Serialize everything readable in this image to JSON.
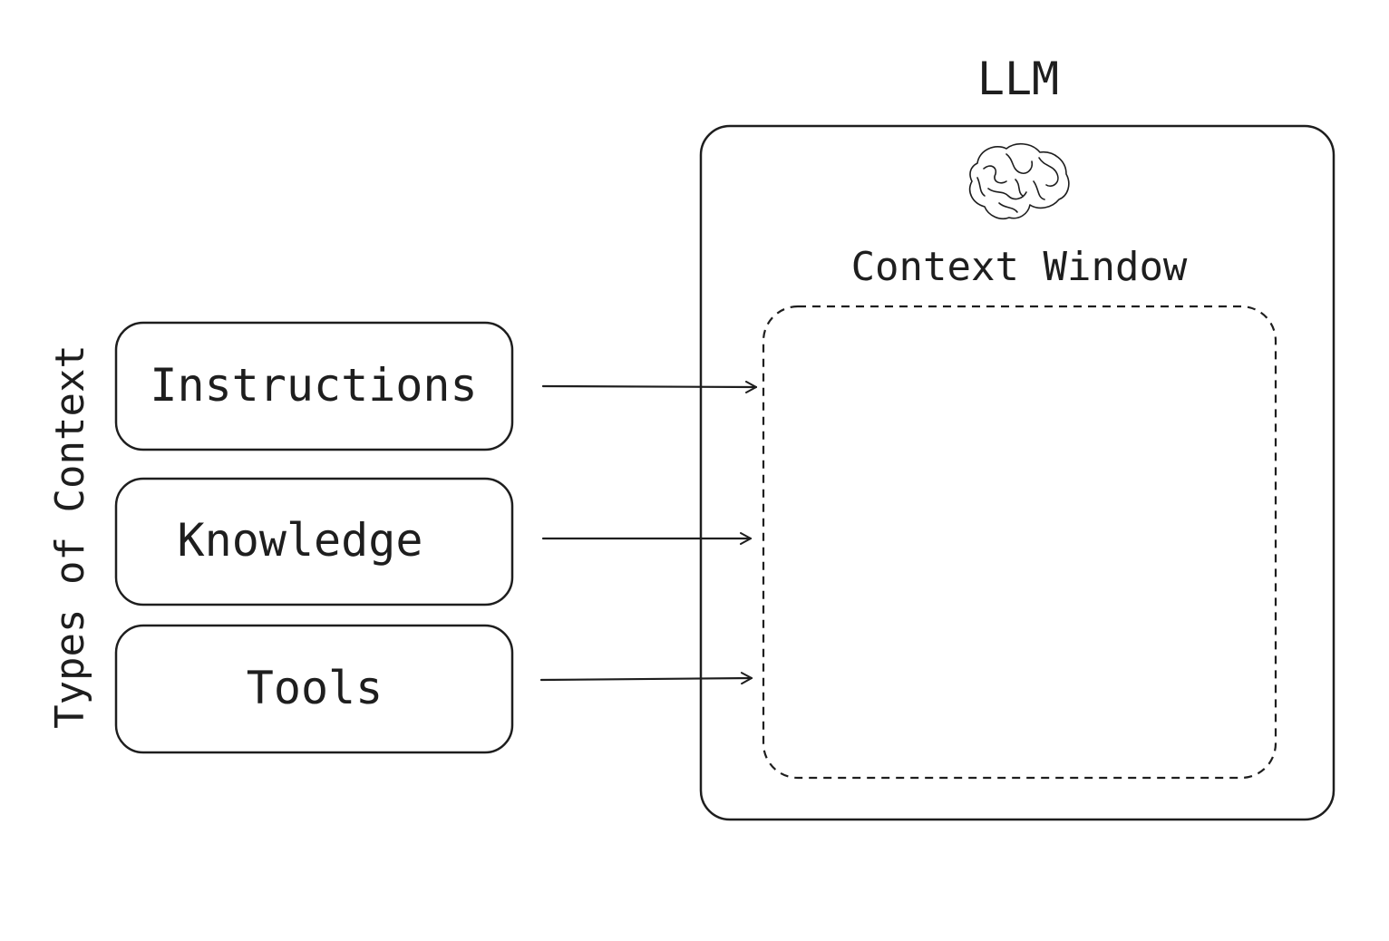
{
  "diagram": {
    "side_label": "Types of Context",
    "context_types": [
      {
        "label": "Instructions"
      },
      {
        "label": "Knowledge"
      },
      {
        "label": "Tools"
      }
    ],
    "llm": {
      "title": "LLM",
      "icon": "brain-icon",
      "window_label": "Context Window"
    }
  },
  "colors": {
    "stroke": "#1e1e1e",
    "background": "#ffffff"
  }
}
